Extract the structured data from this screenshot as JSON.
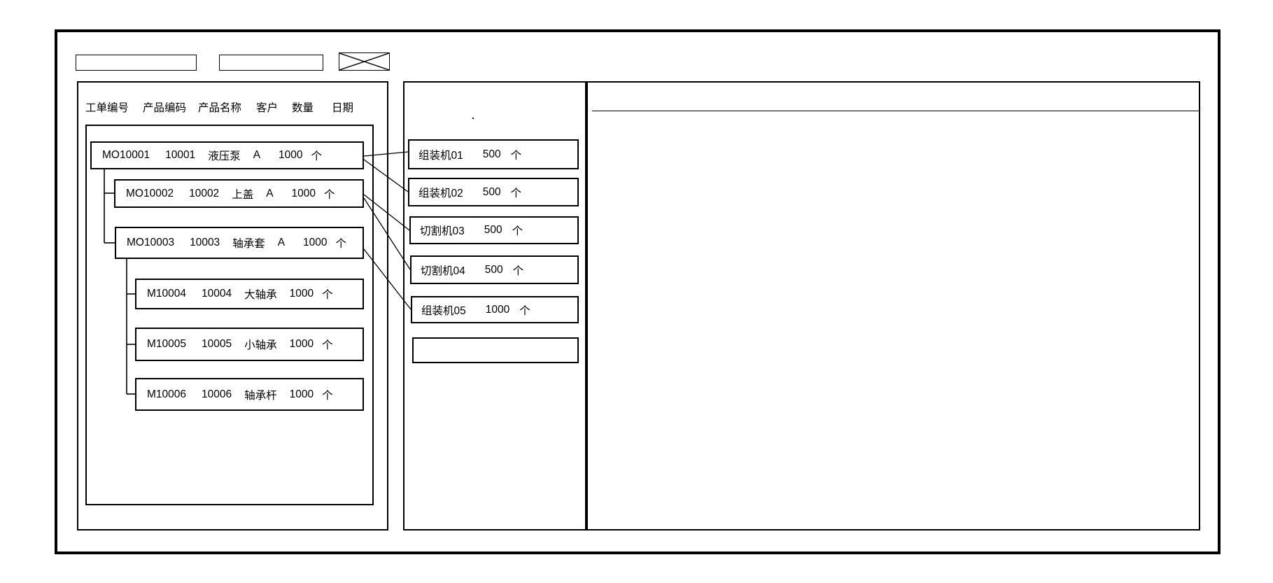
{
  "toolbar": {
    "field1": {
      "value": ""
    },
    "field2": {
      "value": ""
    },
    "crossed_box": "image-placeholder"
  },
  "work_orders": {
    "columns": [
      "工单编号",
      "产品编码",
      "产品名称",
      "客户",
      "数量",
      "日期"
    ],
    "rows": [
      {
        "order_no": "MO10001",
        "product_code": "10001",
        "product_name": "液压泵",
        "customer": "A",
        "qty": "1000",
        "unit": "个",
        "level": 0
      },
      {
        "order_no": "MO10002",
        "product_code": "10002",
        "product_name": "上盖",
        "customer": "A",
        "qty": "1000",
        "unit": "个",
        "level": 1
      },
      {
        "order_no": "MO10003",
        "product_code": "10003",
        "product_name": "轴承套",
        "customer": "A",
        "qty": "1000",
        "unit": "个",
        "level": 1
      },
      {
        "order_no": "M10004",
        "product_code": "10004",
        "product_name": "大轴承",
        "customer": "",
        "qty": "1000",
        "unit": "个",
        "level": 2
      },
      {
        "order_no": "M10005",
        "product_code": "10005",
        "product_name": "小轴承",
        "customer": "",
        "qty": "1000",
        "unit": "个",
        "level": 2
      },
      {
        "order_no": "M10006",
        "product_code": "10006",
        "product_name": "轴承杆",
        "customer": "",
        "qty": "1000",
        "unit": "个",
        "level": 2
      }
    ]
  },
  "machines": {
    "dot": ".",
    "items": [
      {
        "name": "组装机01",
        "qty": "500",
        "unit": "个"
      },
      {
        "name": "组装机02",
        "qty": "500",
        "unit": "个"
      },
      {
        "name": "切割机03",
        "qty": "500",
        "unit": "个"
      },
      {
        "name": "切割机04",
        "qty": "500",
        "unit": "个"
      },
      {
        "name": "组装机05",
        "qty": "1000",
        "unit": "个"
      },
      {
        "name": "",
        "qty": "",
        "unit": ""
      }
    ]
  },
  "connections": [
    {
      "from": "MO10001",
      "to": "组装机01"
    },
    {
      "from": "MO10001",
      "to": "组装机02"
    },
    {
      "from": "MO10002",
      "to": "切割机03"
    },
    {
      "from": "MO10002",
      "to": "切割机04"
    },
    {
      "from": "MO10003",
      "to": "组装机05"
    }
  ],
  "colors": {
    "line": "#000000",
    "background": "#ffffff"
  }
}
